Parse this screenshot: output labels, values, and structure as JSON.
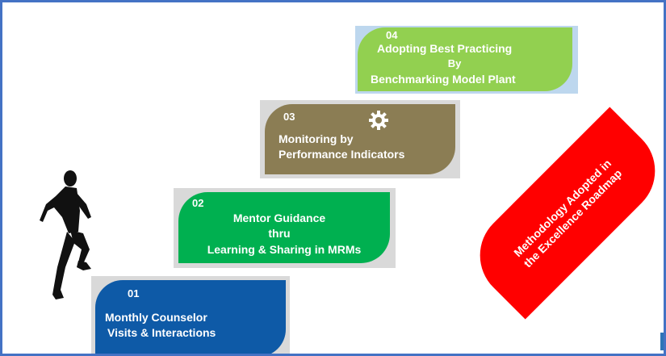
{
  "steps": [
    {
      "number": "01",
      "lines": [
        "Monthly Counselor",
        "Visits & Interactions"
      ],
      "color": "#0e5aa7"
    },
    {
      "number": "02",
      "lines": [
        "Mentor Guidance",
        "thru",
        "Learning & Sharing in MRMs"
      ],
      "color": "#00b050"
    },
    {
      "number": "03",
      "lines": [
        "Monitoring by",
        "Performance Indicators"
      ],
      "color": "#8b7d54",
      "icon": "gear-icon"
    },
    {
      "number": "04",
      "lines": [
        "Adopting Best Practicing",
        "By",
        "Benchmarking Model Plant"
      ],
      "color": "#92d050"
    }
  ],
  "banner": {
    "lines": [
      "Methodology Adopted in",
      "the Excellence Roadmap"
    ],
    "color": "#ff0000"
  },
  "figure": {
    "icon": "runner-silhouette-icon"
  },
  "colors": {
    "frame": "#4472c4",
    "shadow": "#d9d9d9",
    "step4_shadow": "#bdd7ee"
  }
}
